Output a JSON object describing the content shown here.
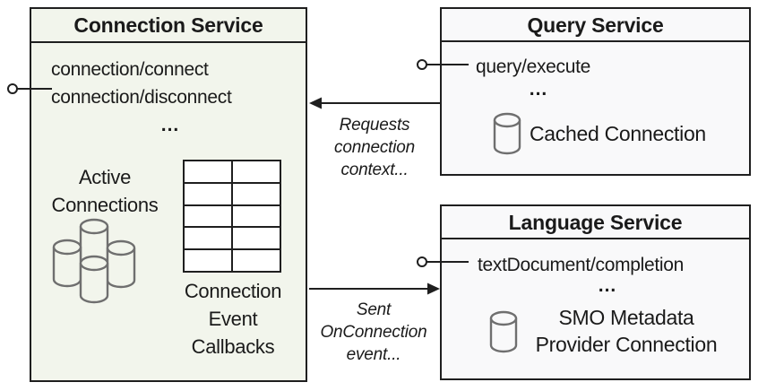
{
  "colors": {
    "connection_bg": "#f2f5ec",
    "service_bg": "#f9f9fa",
    "border": "#1f1f1f",
    "cylinder_stroke": "#6f6f6f",
    "text": "#1a1a1a"
  },
  "connection_service": {
    "title": "Connection Service",
    "method_1": "connection/connect",
    "method_2": "connection/disconnect",
    "ellipsis": "...",
    "active_connections": {
      "line_1": "Active",
      "line_2": "Connections"
    },
    "callbacks": {
      "line_1": "Connection",
      "line_2": "Event",
      "line_3": "Callbacks"
    }
  },
  "query_service": {
    "title": "Query Service",
    "method_1": "query/execute",
    "ellipsis": "...",
    "cache_label": "Cached Connection"
  },
  "language_service": {
    "title": "Language Service",
    "method_1": "textDocument/completion",
    "ellipsis": "...",
    "smo_label": {
      "line_1": "SMO Metadata",
      "line_2": "Provider Connection"
    }
  },
  "arrow_requests": {
    "line_1": "Requests",
    "line_2": "connection",
    "line_3": "context..."
  },
  "arrow_sent": {
    "line_1": "Sent",
    "line_2": "OnConnection",
    "line_3": "event..."
  }
}
